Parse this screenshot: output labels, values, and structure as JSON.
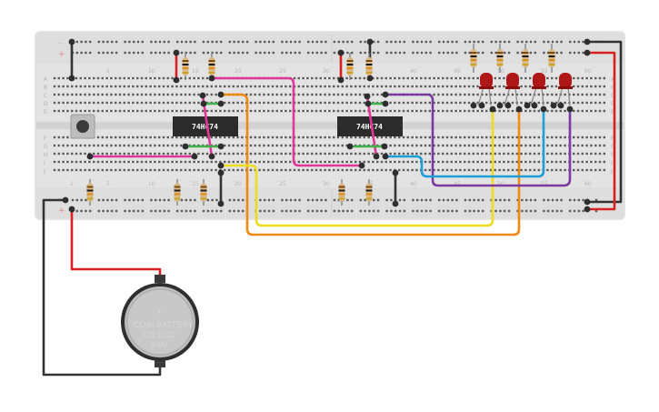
{
  "breadboard": {
    "column_numbers": [
      "1",
      "5",
      "10",
      "15",
      "20",
      "25",
      "30",
      "35",
      "40",
      "45",
      "50",
      "55",
      "60"
    ],
    "row_letters_top": [
      "A",
      "B",
      "C",
      "D",
      "E"
    ],
    "row_letters_bottom": [
      "F",
      "G",
      "H",
      "I",
      "J"
    ],
    "rail_minus": "−",
    "rail_plus": "+"
  },
  "chips": [
    {
      "label": "74HC74"
    },
    {
      "label": "74HC74"
    }
  ],
  "battery": {
    "symbol": "+",
    "line1": "COIN BATTERY",
    "line2": "CR 2032",
    "line3": "3.0V"
  },
  "colors": {
    "board": "#e3e3e3",
    "chip": "#2b2b2b",
    "pink": "#e0379a",
    "orange": "#ee8a12",
    "yellow": "#f0dc1e",
    "purple": "#7a3aa0",
    "blue": "#1e9fd8",
    "green": "#3fb34a",
    "red": "#d82020",
    "black": "#333333",
    "led": "#b01818"
  }
}
